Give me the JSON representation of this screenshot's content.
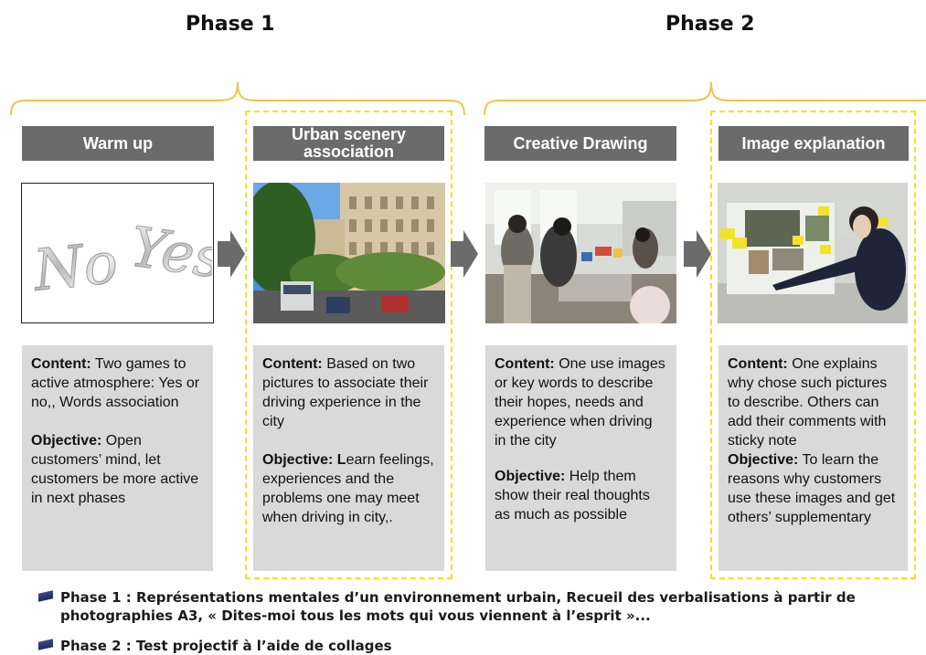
{
  "phases": [
    {
      "title": "Phase 1"
    },
    {
      "title": "Phase 2"
    }
  ],
  "steps": [
    {
      "header": "Warm up",
      "content_label": "Content:",
      "content": " Two games to active atmosphere: Yes or no,, Words association",
      "objective_label": "Objective:",
      "objective": " Open customers’ mind, let customers be more active in next phases",
      "image": "no-yes-letters"
    },
    {
      "header": "Urban scenery association",
      "content_label": "Content:",
      "content": " Based on two pictures to associate their driving experience in the city",
      "objective_label": "Objective: L",
      "objective": "earn feelings, experiences and the problems one may meet when driving in city,.",
      "image": "paris-street-photo"
    },
    {
      "header": "Creative Drawing",
      "content_label": "Content:",
      "content": " One use images or key words to describe their hopes, needs and experience when driving in the city",
      "objective_label": "Objective:",
      "objective": " Help them show their real thoughts as much as possible",
      "image": "workshop-photo"
    },
    {
      "header": "Image explanation",
      "content_label": "Content:",
      "content": " One explains why chose such pictures to describe. Others can add their comments with sticky note",
      "objective_label": "Objective:",
      "objective": " To learn the reasons why customers use these images and get others’ supplementary",
      "image": "presentation-photo"
    }
  ],
  "image_text": {
    "no": "No",
    "yes": "Yes"
  },
  "footer": [
    {
      "text": "Phase 1 : Représentations mentales d’un environnement urbain, Recueil des verbalisations à partir de photographies A3, « Dites-moi tous les mots qui vous viennent à l’esprit »..."
    },
    {
      "text": "Phase 2 : Test projectif à l’aide de collages"
    }
  ],
  "colors": {
    "bracket": "#f0c24a",
    "dashed_border": "#f2e21a",
    "header_bg": "#6b6b6b",
    "text_bg": "#d9d9d9",
    "arrow": "#6b6b6b",
    "bullet": "#2a3878"
  }
}
